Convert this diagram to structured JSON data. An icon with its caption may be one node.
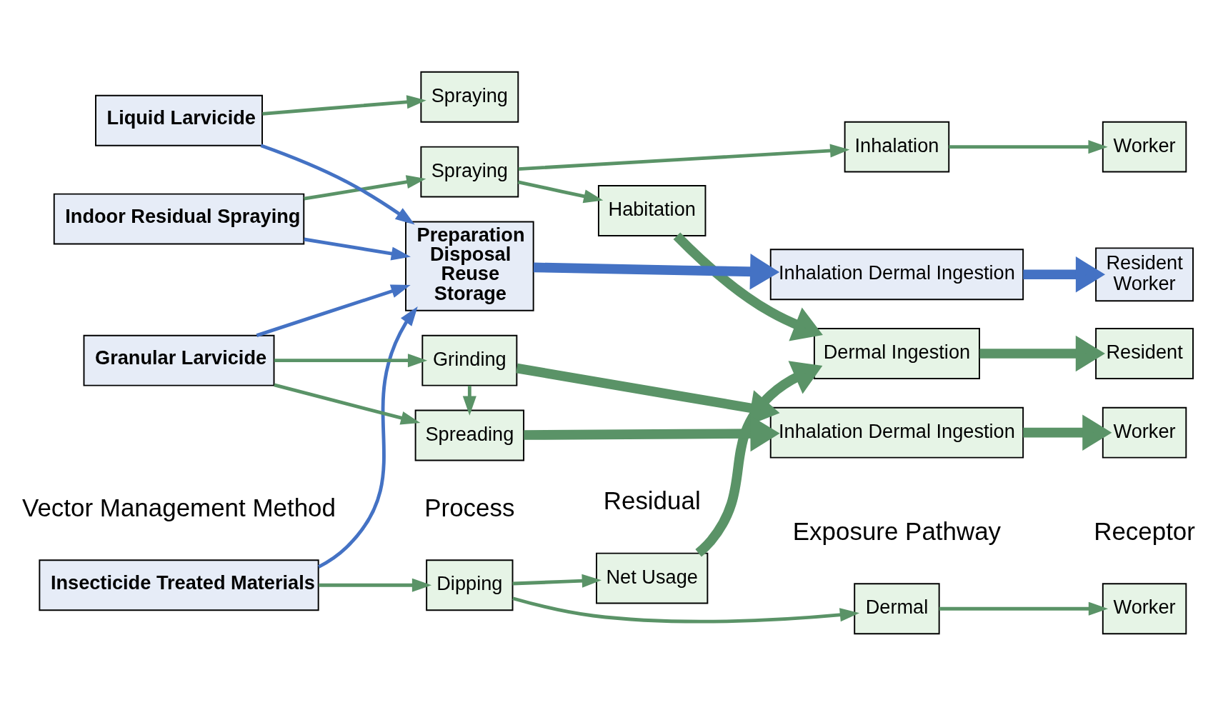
{
  "diagram": {
    "nodes": [
      {
        "text": [
          "Insecticide Treated Materials"
        ]
      },
      {
        "text": [
          "Indoor Residual Spraying"
        ]
      },
      {
        "text": [
          "Liquid Larvicide"
        ]
      },
      {
        "text": [
          "Granular Larvicide"
        ]
      },
      {
        "text": [
          "Dipping"
        ]
      },
      {
        "text": [
          "Net Usage"
        ]
      },
      {
        "text": [
          "Habitation"
        ]
      },
      {
        "text": [
          "Spraying"
        ]
      },
      {
        "text": [
          "Preparation",
          "Disposal",
          "Reuse",
          "Storage"
        ]
      },
      {
        "text": [
          "Spraying"
        ]
      },
      {
        "text": [
          "Grinding"
        ]
      },
      {
        "text": [
          "Spreading"
        ]
      },
      {
        "text": [
          "Dermal"
        ]
      },
      {
        "text": [
          "Dermal Ingestion"
        ]
      },
      {
        "text": [
          "Inhalation"
        ]
      },
      {
        "text": [
          "Inhalation Dermal Ingestion"
        ]
      },
      {
        "text": [
          "Inhalation Dermal Ingestion"
        ]
      },
      {
        "text": [
          "Worker"
        ]
      },
      {
        "text": [
          "Resident"
        ]
      },
      {
        "text": [
          "Worker"
        ]
      },
      {
        "text": [
          "Resident",
          "Worker"
        ]
      },
      {
        "text": [
          "Worker"
        ]
      }
    ],
    "edges": [
      {
        "from": 0,
        "to": 4,
        "arrow": "to"
      },
      {
        "from": 4,
        "to": 5,
        "arrow": "to"
      },
      {
        "from": 4,
        "to": 12,
        "arrow": "to"
      },
      {
        "from": 12,
        "to": 17,
        "arrow": "to"
      },
      {
        "from": 1,
        "to": 7,
        "arrow": "to"
      },
      {
        "from": 7,
        "to": 6,
        "arrow": "to"
      },
      {
        "from": 7,
        "to": 14,
        "arrow": "to"
      },
      {
        "from": 14,
        "to": 19,
        "arrow": "to"
      },
      {
        "from": 5,
        "to": 13,
        "arrow": "to",
        "style": "thick"
      },
      {
        "from": 6,
        "to": 13,
        "arrow": "to",
        "style": "thick"
      },
      {
        "from": 13,
        "to": 18,
        "arrow": "to",
        "style": "thick"
      },
      {
        "from": 1,
        "to": 8,
        "arrow": "to",
        "color": "#4472c4"
      },
      {
        "from": 0,
        "to": 8,
        "arrow": "to",
        "color": "#4472c4"
      },
      {
        "from": 3,
        "to": 8,
        "arrow": "to",
        "color": "#4472c4"
      },
      {
        "from": 2,
        "to": 8,
        "arrow": "to",
        "color": "#4472c4"
      },
      {
        "from": 8,
        "to": 15,
        "arrow": "to",
        "style": "thick",
        "color": "#4472c4"
      },
      {
        "from": 15,
        "to": 20,
        "arrow": "to",
        "style": "thick",
        "color": "#4472c4"
      },
      {
        "from": 2,
        "to": 9,
        "arrow": "to"
      },
      {
        "from": 3,
        "to": 10,
        "arrow": "to"
      },
      {
        "from": 3,
        "to": 11,
        "arrow": "to"
      },
      {
        "from": 10,
        "to": 11,
        "arrow": "to"
      },
      {
        "from": 10,
        "to": 16,
        "arrow": "to",
        "style": "thick"
      },
      {
        "from": 11,
        "to": 16,
        "arrow": "to",
        "style": "thick"
      },
      {
        "from": 16,
        "to": 21,
        "arrow": "to",
        "style": "thick"
      }
    ],
    "labels": [
      "Vector Management Method",
      "Process",
      "Residual",
      "Exposure Pathway",
      "Receptor"
    ]
  }
}
